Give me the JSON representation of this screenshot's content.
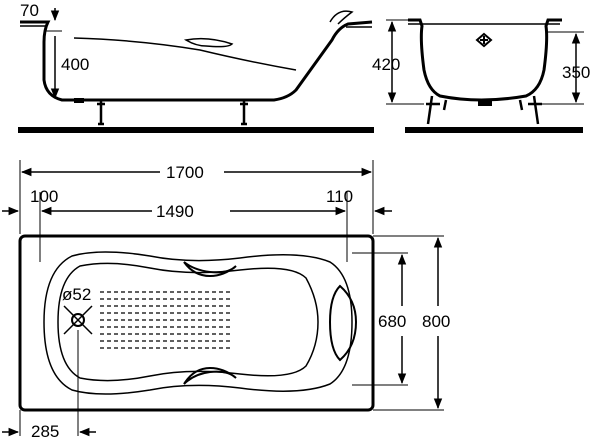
{
  "side_view": {
    "rim_height": "70",
    "depth": "400"
  },
  "end_view": {
    "total_height": "420",
    "interior_height": "350"
  },
  "plan_view": {
    "overall_length": "1700",
    "left_offset": "100",
    "inner_length": "1490",
    "right_offset": "110",
    "drain_diameter": "ø52",
    "inner_width": "680",
    "overall_width": "800",
    "drain_offset": "285"
  }
}
